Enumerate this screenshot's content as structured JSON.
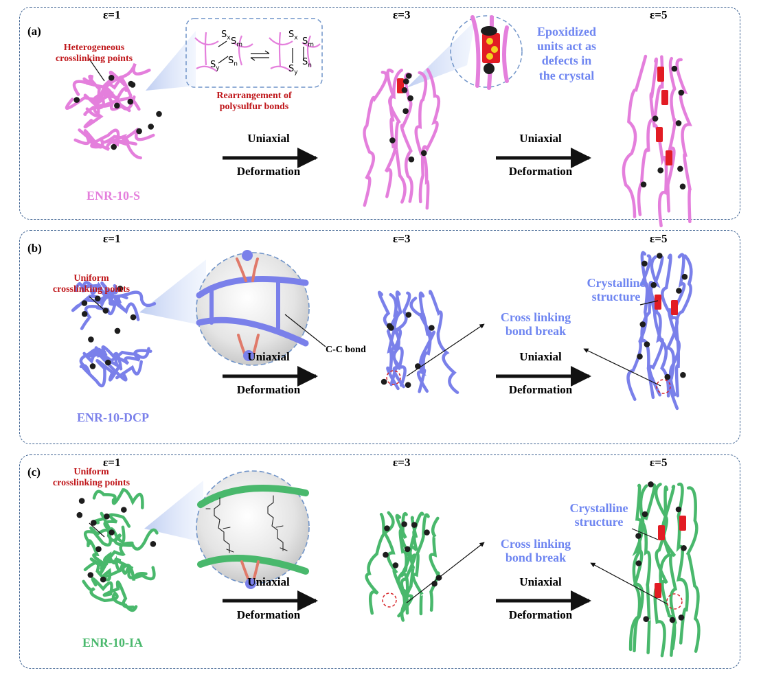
{
  "colors": {
    "pink": "#e47fdc",
    "blue": "#7a80ea",
    "green": "#49b86c",
    "crystal": "#e21c24",
    "node": "#1d1d1d",
    "red_text": "#c0181c",
    "blue_text": "#6f86f1",
    "panel_border": "#3a5f8f"
  },
  "common": {
    "eps1": "ε=1",
    "eps3": "ε=3",
    "eps5": "ε=5",
    "uniaxial": "Uniaxial",
    "deformation": "Deformation"
  },
  "panel_a": {
    "label": "(a)",
    "hetero_1": "Heterogeneous",
    "hetero_2": "crosslinking points",
    "rearr_1": "Rearrangement of",
    "rearr_2": "polysulfur bonds",
    "epox_1": "Epoxidized",
    "epox_2": "units act as",
    "epox_3": "defects in",
    "epox_4": "the crystal",
    "name": "ENR-10-S",
    "chem": {
      "sx": "S",
      "x": "x",
      "sm": "S",
      "m": "m",
      "sy": "S",
      "y": "y",
      "sn": "S",
      "n": "n"
    }
  },
  "panel_b": {
    "label": "(b)",
    "uniform_1": "Uniform",
    "uniform_2": "crosslinking points",
    "cc_bond": "C-C bond",
    "cross_1": "Cross linking",
    "cross_2": "bond break",
    "cryst_1": "Crystalline",
    "cryst_2": "structure",
    "name": "ENR-10-DCP"
  },
  "panel_c": {
    "label": "(c)",
    "uniform_1": "Uniform",
    "uniform_2": "crosslinking points",
    "cross_1": "Cross linking",
    "cross_2": "bond break",
    "cryst_1": "Crystalline",
    "cryst_2": "structure",
    "name": "ENR-10-IA"
  }
}
